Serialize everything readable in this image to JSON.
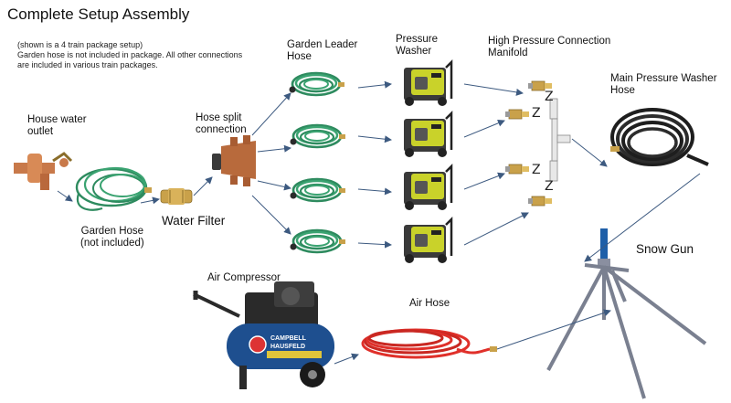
{
  "title": "Complete Setup Assembly",
  "note": "(shown is a 4 train package setup)\nGarden hose is not included in package. All other connections are included in various train packages.",
  "labels": {
    "house_water_outlet": [
      "House water",
      "outlet"
    ],
    "garden_hose": [
      "Garden Hose",
      "(not included)"
    ],
    "water_filter": "Water Filter",
    "hose_split": [
      "Hose split",
      "connection"
    ],
    "garden_leader_hose": [
      "Garden Leader",
      "Hose"
    ],
    "pressure_washer": [
      "Pressure",
      "Washer"
    ],
    "manifold": [
      "High Pressure Connection",
      "Manifold"
    ],
    "main_hose": [
      "Main Pressure Washer",
      "Hose"
    ],
    "snow_gun": "Snow Gun",
    "air_compressor": "Air Compressor",
    "air_hose": "Air Hose"
  },
  "brand_lettering": [
    "CAMPBELL",
    "HAUSFELD"
  ],
  "colors": {
    "garden_hose": "#2e8b5f",
    "air_hose": "#e0302a",
    "washer_yellow": "#c9d22a",
    "compressor_blue": "#1e4f8f",
    "brass": "#c9a14a",
    "arrow": "#3d5a80"
  }
}
